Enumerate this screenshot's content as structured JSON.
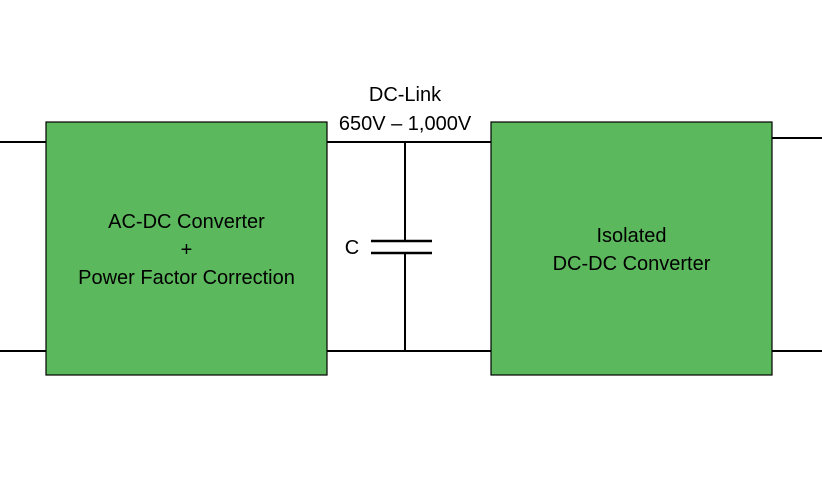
{
  "colors": {
    "block_fill": "#5cb85c",
    "block_stroke": "#000000",
    "wire": "#000000",
    "background": "#ffffff"
  },
  "dc_link": {
    "title": "DC-Link",
    "voltage": "650V – 1,000V"
  },
  "capacitor": {
    "label": "C"
  },
  "left_block": {
    "line1": "AC-DC Converter",
    "line2": "+",
    "line3": "Power Factor Correction"
  },
  "right_block": {
    "line1": "Isolated",
    "line2": "DC-DC Converter"
  }
}
